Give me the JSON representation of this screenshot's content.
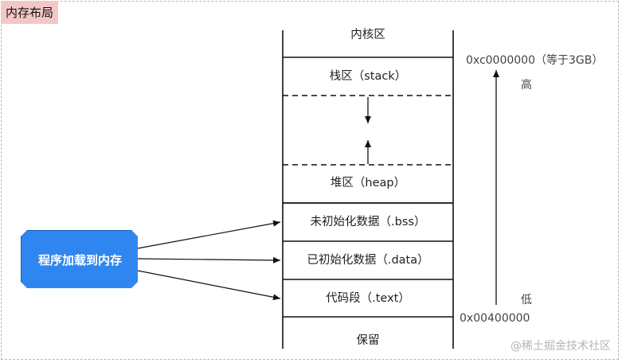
{
  "title": "内存布局",
  "segments": {
    "kernel": "内核区",
    "stack": "栈区（stack）",
    "heap": "堆区（heap）",
    "bss": "未初始化数据（.bss）",
    "data": "已初始化数据（.data）",
    "text": "代码段（.text）",
    "reserved": "保留"
  },
  "addresses": {
    "top": "0xc0000000（等于3GB）",
    "bottom": "0x00400000"
  },
  "direction": {
    "high": "高",
    "low": "低"
  },
  "loader": "程序加载到内存",
  "watermark": "@稀土掘金技术社区"
}
